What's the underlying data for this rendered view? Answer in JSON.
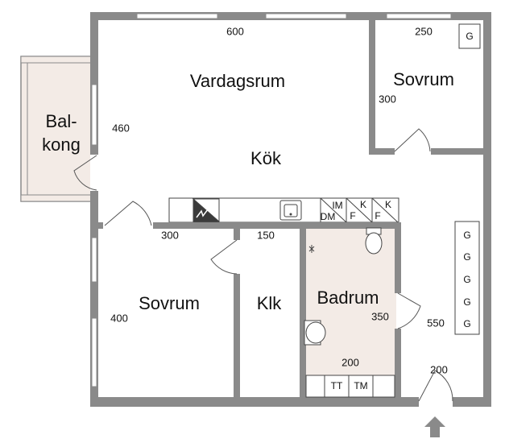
{
  "rooms": {
    "vardagsrum": "Vardagsrum",
    "kok": "Kök",
    "sovrum_top": "Sovrum",
    "balkong_line1": "Bal-",
    "balkong_line2": "kong",
    "sovrum_bottom": "Sovrum",
    "klk": "Klk",
    "badrum": "Badrum"
  },
  "dimensions": {
    "vardagsrum_width": "600",
    "sovrum_top_width": "250",
    "sovrum_top_height": "300",
    "vardagsrum_height": "460",
    "sovrum_bottom_width": "300",
    "klk_width": "150",
    "sovrum_bottom_height": "400",
    "badrum_height": "350",
    "hall_height": "550",
    "badrum_width": "200",
    "hall_width": "200"
  },
  "fixtures": {
    "im": "IM",
    "dm": "DM",
    "k1": "K",
    "f1": "F",
    "k2": "K",
    "f2": "F",
    "g_top": "G",
    "g_list": [
      "G",
      "G",
      "G",
      "G",
      "G"
    ],
    "tt": "TT",
    "tm": "TM"
  },
  "colors": {
    "wall": "#8a8a8a",
    "balcony": "#f3ebe6",
    "bathroom": "#f3ebe6"
  }
}
